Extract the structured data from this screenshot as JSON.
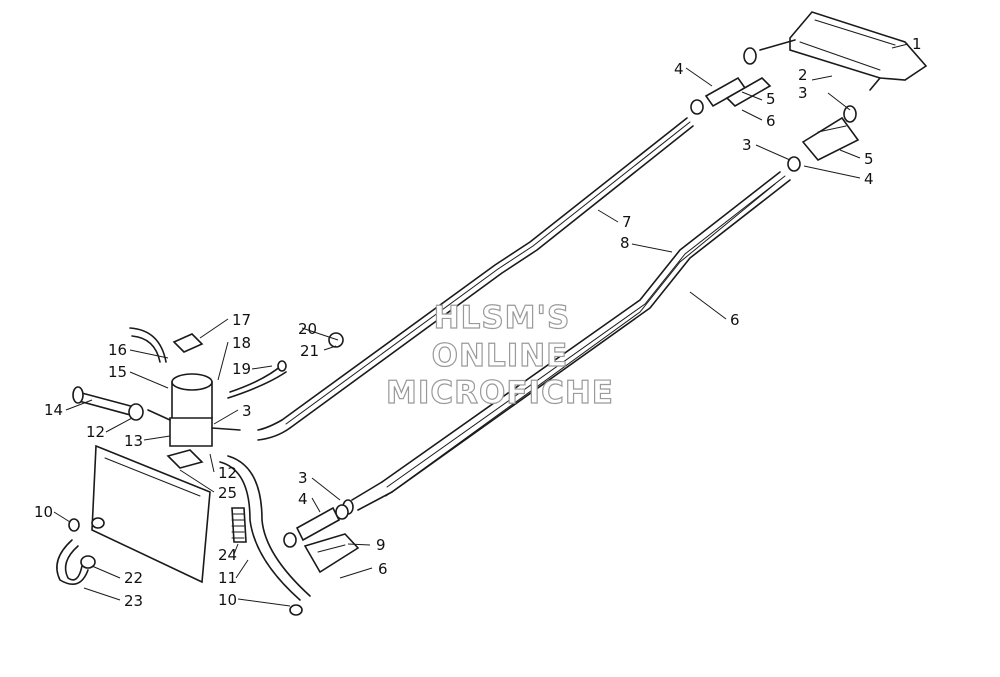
{
  "diagram": {
    "watermark": [
      "HLSM'S",
      "ONLINE",
      "MICROFICHE"
    ],
    "callouts": [
      {
        "id": "c1",
        "text": "1"
      },
      {
        "id": "c2",
        "text": "2"
      },
      {
        "id": "c3a",
        "text": "3"
      },
      {
        "id": "c4a",
        "text": "4"
      },
      {
        "id": "c5a",
        "text": "5"
      },
      {
        "id": "c6a",
        "text": "6"
      },
      {
        "id": "c3b",
        "text": "3"
      },
      {
        "id": "c5b",
        "text": "5"
      },
      {
        "id": "c4b",
        "text": "4"
      },
      {
        "id": "c7",
        "text": "7"
      },
      {
        "id": "c8",
        "text": "8"
      },
      {
        "id": "c6b",
        "text": "6"
      },
      {
        "id": "c17",
        "text": "17"
      },
      {
        "id": "c20",
        "text": "20"
      },
      {
        "id": "c16",
        "text": "16"
      },
      {
        "id": "c18",
        "text": "18"
      },
      {
        "id": "c21",
        "text": "21"
      },
      {
        "id": "c15",
        "text": "15"
      },
      {
        "id": "c19",
        "text": "19"
      },
      {
        "id": "c14",
        "text": "14"
      },
      {
        "id": "c3c",
        "text": "3"
      },
      {
        "id": "c12a",
        "text": "12"
      },
      {
        "id": "c13",
        "text": "13"
      },
      {
        "id": "c12b",
        "text": "12"
      },
      {
        "id": "c25",
        "text": "25"
      },
      {
        "id": "c3d",
        "text": "3"
      },
      {
        "id": "c4c",
        "text": "4"
      },
      {
        "id": "c10a",
        "text": "10"
      },
      {
        "id": "c9",
        "text": "9"
      },
      {
        "id": "c24",
        "text": "24"
      },
      {
        "id": "c6c",
        "text": "6"
      },
      {
        "id": "c22",
        "text": "22"
      },
      {
        "id": "c11",
        "text": "11"
      },
      {
        "id": "c23",
        "text": "23"
      },
      {
        "id": "c10b",
        "text": "10"
      }
    ]
  }
}
